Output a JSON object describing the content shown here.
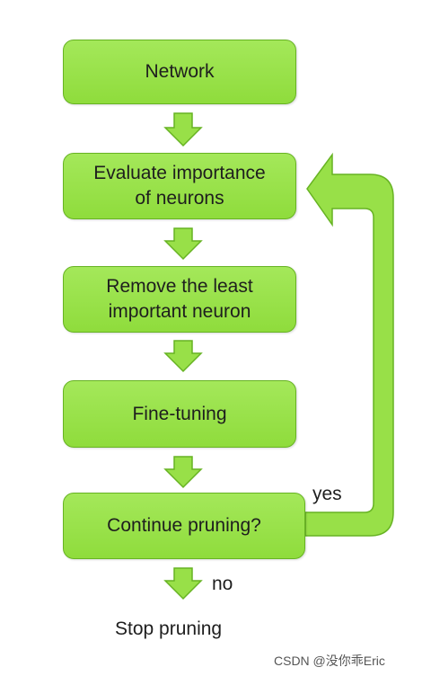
{
  "nodes": {
    "network": "Network",
    "evaluate": "Evaluate importance\nof neurons",
    "remove": "Remove the least\nimportant neuron",
    "finetune": "Fine-tuning",
    "continue": "Continue pruning?",
    "stop": "Stop pruning"
  },
  "edges": {
    "yes": "yes",
    "no": "no"
  },
  "watermark": "CSDN @没你乖Eric",
  "colors": {
    "box_fill": "#98e048",
    "box_border": "#67b323",
    "arrow_fill": "#98e048",
    "arrow_stroke": "#67b323"
  }
}
